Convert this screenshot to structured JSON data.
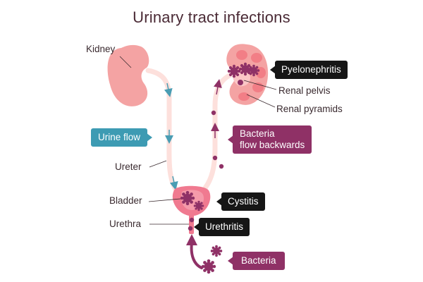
{
  "title": "Urinary tract infections",
  "labels": {
    "kidney": "Kidney",
    "ureter": "Ureter",
    "bladder": "Bladder",
    "urethra": "Urethra",
    "renal_pelvis": "Renal pelvis",
    "renal_pyramids": "Renal pyramids"
  },
  "badges": {
    "urine_flow": "Urine flow",
    "pyelonephritis": "Pyelonephritis",
    "bacteria_flow_line1": "Bacteria",
    "bacteria_flow_line2": "flow backwards",
    "cystitis": "Cystitis",
    "urethritis": "Urethritis",
    "bacteria": "Bacteria"
  },
  "colors": {
    "kidney": "#f4a3a3",
    "kidney_inner": "#f27e86",
    "ureter": "#fde0dc",
    "bladder": "#f07a90",
    "bacteria": "#8f3166",
    "urine_arrow": "#4a9db3",
    "bacteria_arrow": "#8f3166",
    "badge_black": "#161616",
    "badge_plum": "#8f3166",
    "badge_teal": "#3d9bb3"
  }
}
